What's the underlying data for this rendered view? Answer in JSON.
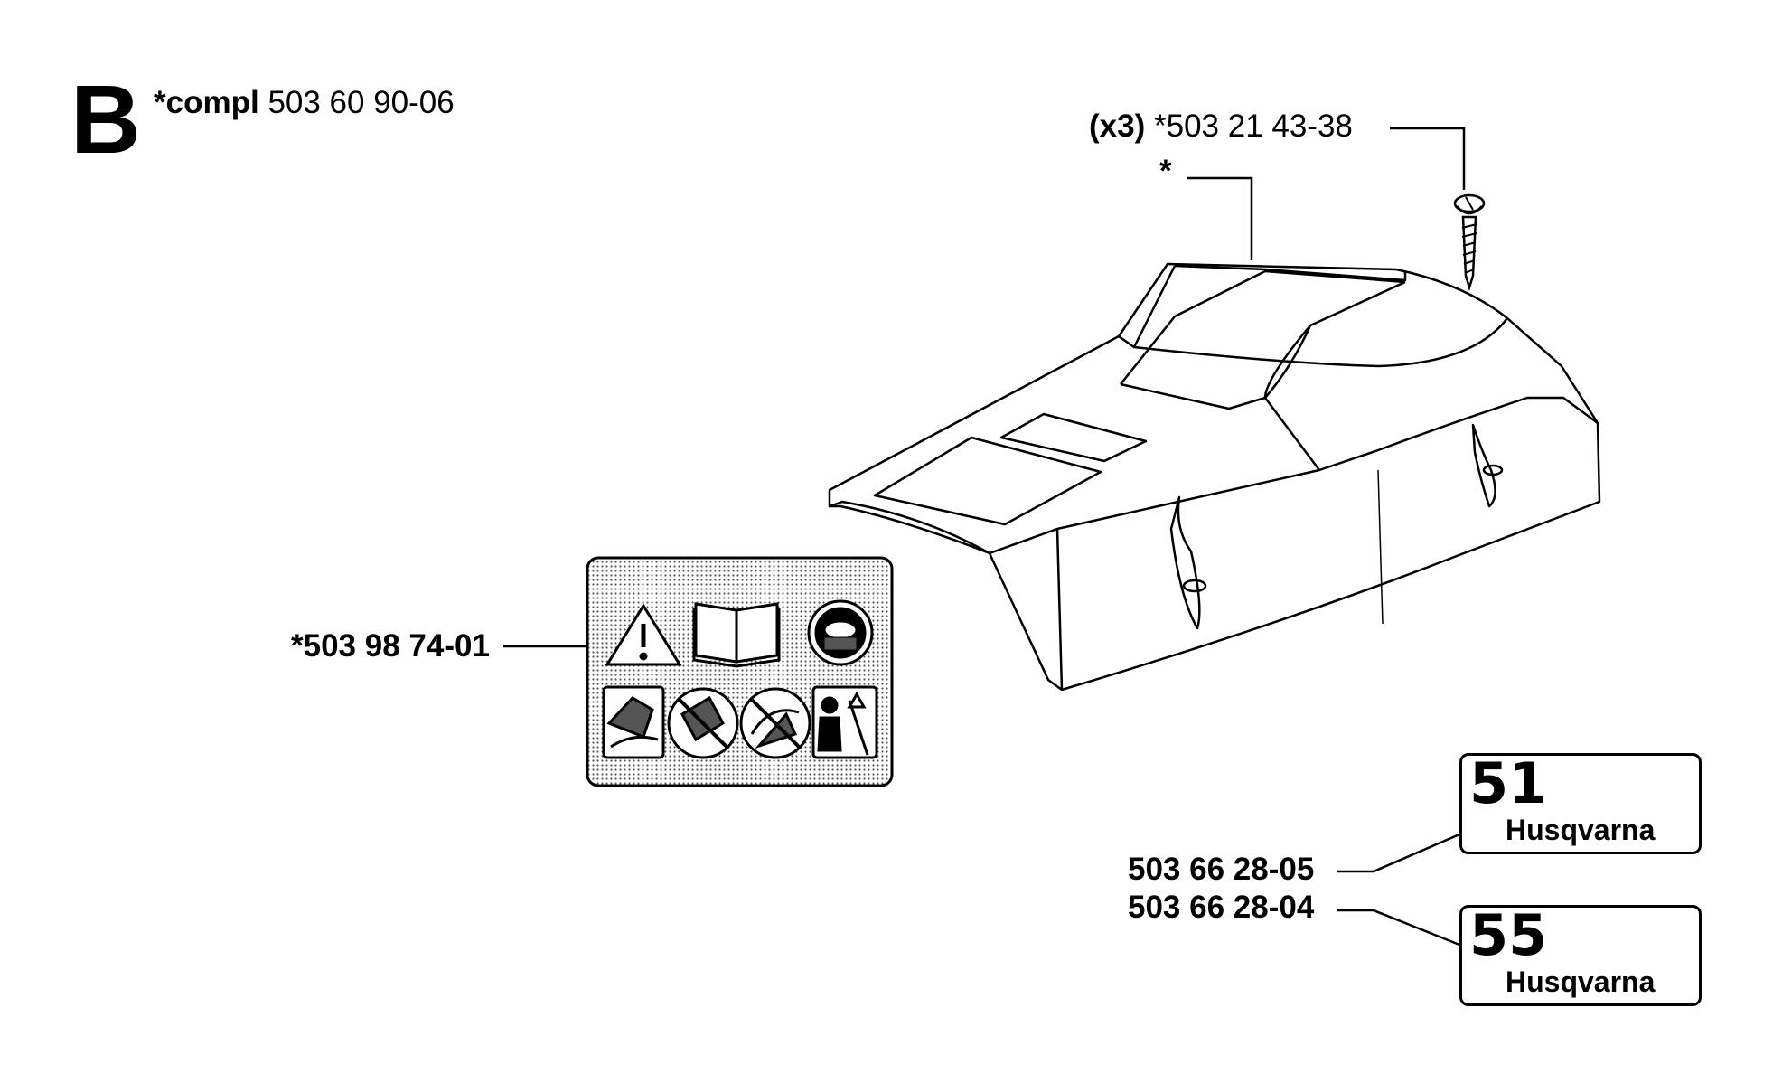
{
  "section": {
    "letter": "B"
  },
  "assembly": {
    "prefix": "*compl",
    "part_number": "503 60 90-06"
  },
  "callouts": {
    "screw": {
      "qty": "(x3)",
      "part_number": "*503 21 43-38"
    },
    "cover": {
      "marker": "*"
    },
    "warning_decal": {
      "part_number": "*503 98 74-01"
    },
    "label_51": {
      "part_number": "503 66 28-05"
    },
    "label_55": {
      "part_number": "503 66 28-04"
    }
  },
  "badges": [
    {
      "number": "51",
      "brand": "Husqvarna"
    },
    {
      "number": "55",
      "brand": "Husqvarna"
    }
  ]
}
